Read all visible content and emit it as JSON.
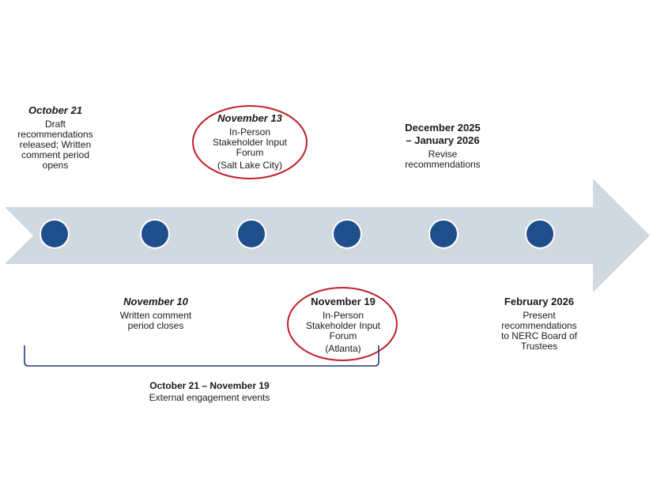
{
  "events": [
    {
      "date": "October 21",
      "italic": true,
      "desc": "Draft\nrecommendations\nreleased; Written\ncomment period\nopens",
      "extra": ""
    },
    {
      "date": "November 13",
      "italic": true,
      "desc": "In-Person\nStakeholder Input\nForum",
      "extra": "(Salt Lake City)"
    },
    {
      "date": "December 2025\n– January 2026",
      "italic": false,
      "desc": "Revise\nrecommendations",
      "extra": ""
    },
    {
      "date": "November 10",
      "italic": true,
      "desc": "Written comment\nperiod closes",
      "extra": ""
    },
    {
      "date": "November 19",
      "italic": false,
      "desc": "In-Person\nStakeholder Input\nForum",
      "extra": "(Atlanta)"
    },
    {
      "date": "February 2026",
      "italic": false,
      "desc": "Present\nrecommendations\nto NERC Board of\nTrustees",
      "extra": ""
    }
  ],
  "range": {
    "date": "October 21 – November 19",
    "desc": "External engagement events"
  },
  "colors": {
    "arrow": "#d0d8e0",
    "marker": "#1f4e8c",
    "marker_border": "#ffffff",
    "highlight_ring": "#c0202a",
    "bracket": "#1f3f73"
  }
}
